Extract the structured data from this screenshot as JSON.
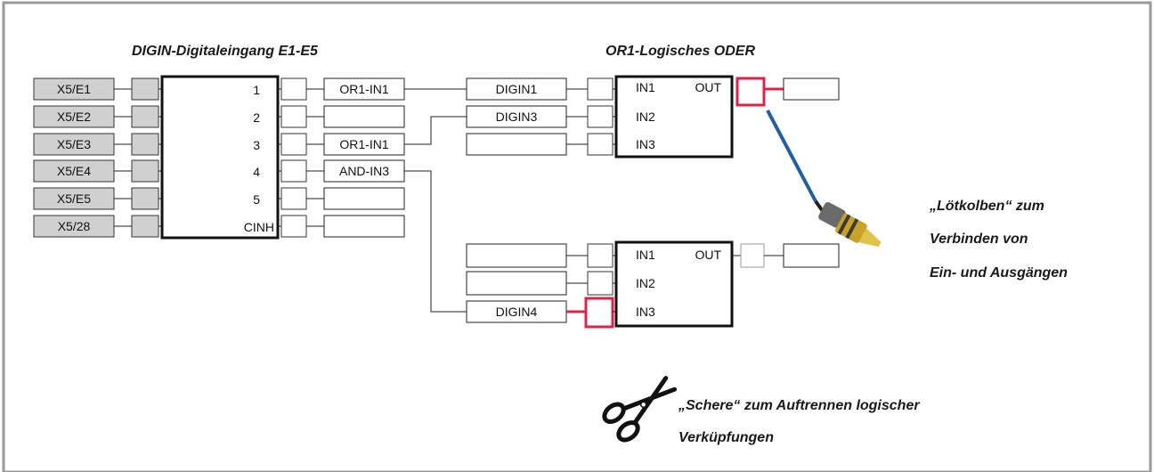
{
  "headings": {
    "digin": "DIGIN-Digitaleingang E1-E5",
    "or1": "OR1-Logisches ODER"
  },
  "digin_block": {
    "inputs": [
      "X5/E1",
      "X5/E2",
      "X5/E3",
      "X5/E4",
      "X5/E5",
      "X5/28"
    ],
    "outputs": [
      "1",
      "2",
      "3",
      "4",
      "5",
      "CINH"
    ],
    "targets": [
      "OR1-IN1",
      "",
      "OR1-IN1",
      "AND-IN3",
      "",
      ""
    ]
  },
  "or1_block": {
    "sources": [
      "DIGIN1",
      "DIGIN3",
      ""
    ],
    "inputs": [
      "IN1",
      "IN2",
      "IN3"
    ],
    "output": "OUT",
    "output_target": ""
  },
  "or2_block": {
    "sources": [
      "",
      "",
      "DIGIN4"
    ],
    "inputs": [
      "IN1",
      "IN2",
      "IN3"
    ],
    "output": "OUT",
    "output_target": ""
  },
  "notes": {
    "soldering_lines": [
      "„Lötkolben“ zum",
      "Verbinden von",
      "Ein- und Ausgängen"
    ],
    "scissors_lines": [
      "„Schere“ zum Auftrennen logischer",
      "Verküpfungen"
    ]
  },
  "colors": {
    "frame": "#999999",
    "highlight": "#e0204a",
    "cable": "#1f5fa8"
  },
  "icons": {
    "soldering": "soldering-iron-icon",
    "scissors": "scissors-icon"
  }
}
